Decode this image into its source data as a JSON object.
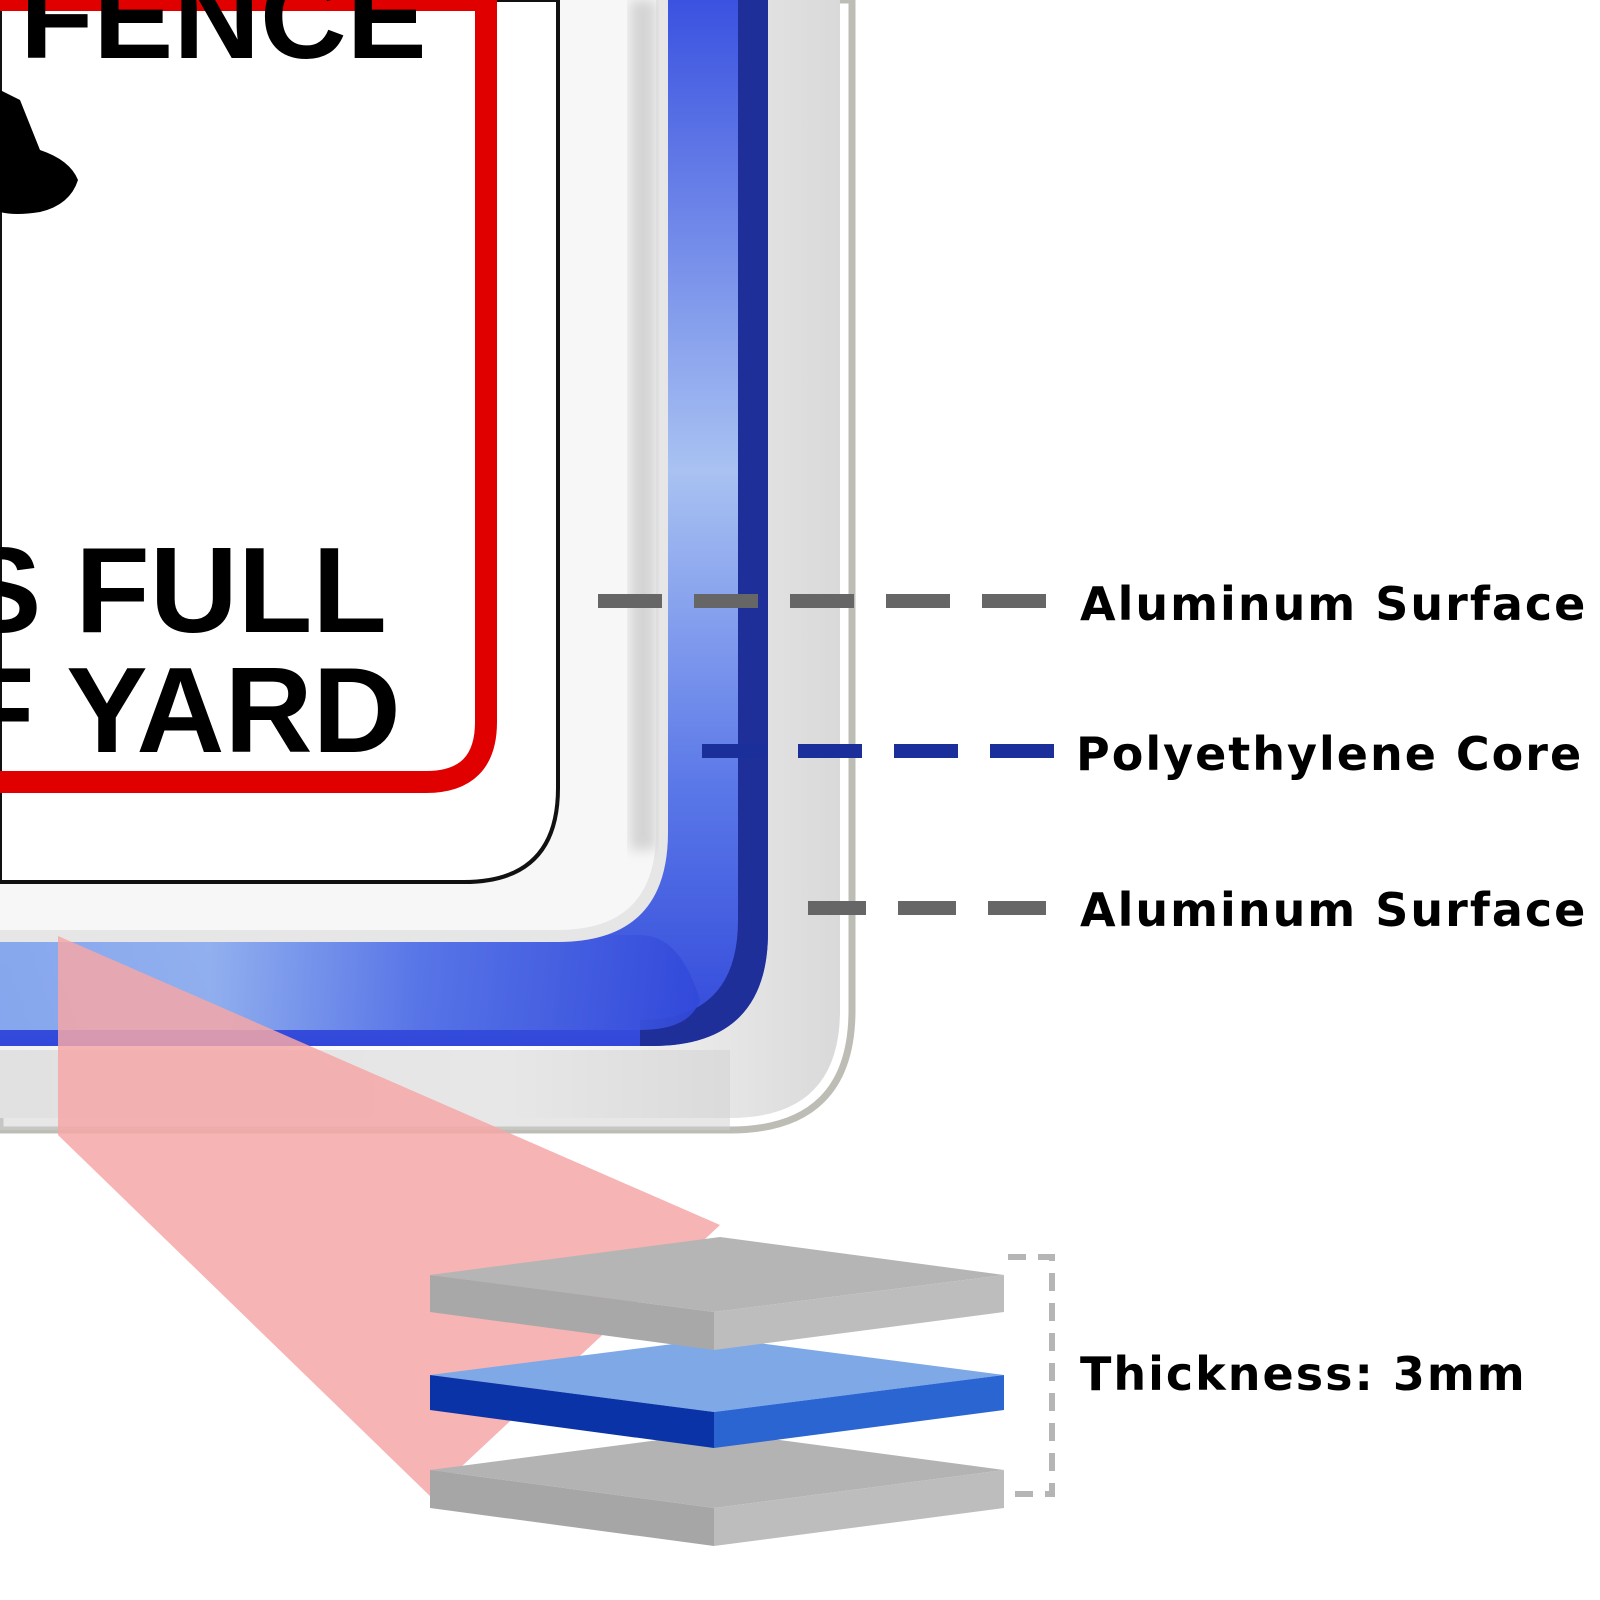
{
  "sign": {
    "line1": "FENCE",
    "line2": "S FULL",
    "line3": "F YARD"
  },
  "labels": {
    "top_surface": "Aluminum Surface",
    "core": "Polyethylene Core",
    "bottom_surface": "Aluminum Surface",
    "thickness": "Thickness: 3mm"
  },
  "colors": {
    "aluminum": "#b3b3b3",
    "aluminum_dash": "#666666",
    "core_blue": "#3a5ce0",
    "core_dash": "#1a2f9a",
    "sign_border_red": "#e00000",
    "callout_red": "#f5a7a7"
  }
}
